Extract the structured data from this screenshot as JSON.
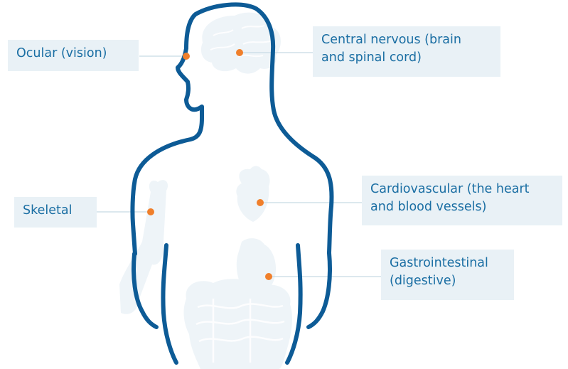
{
  "labels": {
    "ocular": [
      "Ocular (vision)"
    ],
    "central_nervous": [
      "Central nervous (brain",
      "and spinal cord)"
    ],
    "skeletal": [
      "Skeletal"
    ],
    "cardiovascular": [
      "Cardiovascular (the heart",
      "and blood vessels)"
    ],
    "gastrointestinal": [
      "Gastrointestinal",
      "(digestive)"
    ]
  },
  "colors": {
    "outline": "#0d5b96",
    "organ_fill": "#eef4f8",
    "marker": "#f07f2b",
    "leader_line": "#c8d9e4",
    "label_bg": "#e9f1f6",
    "label_text": "#1a6ea3"
  }
}
